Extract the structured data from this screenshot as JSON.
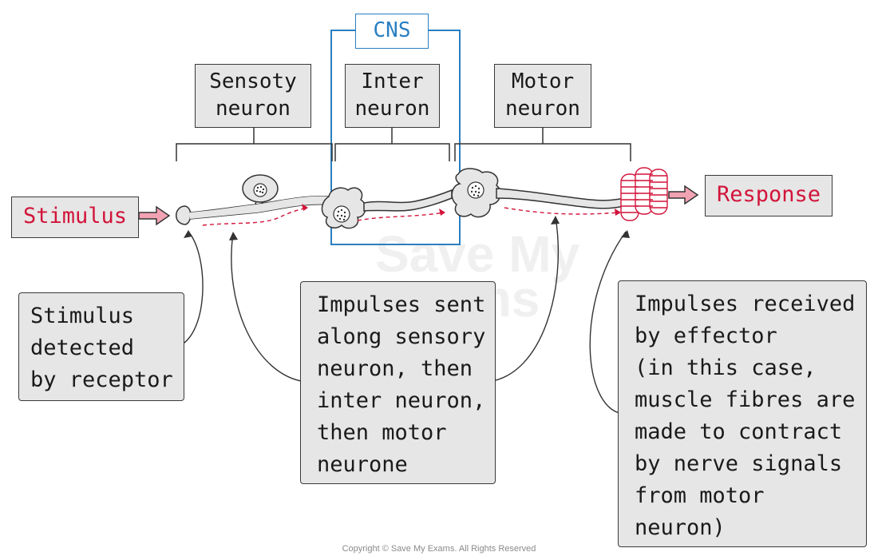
{
  "cns": {
    "label": "CNS"
  },
  "labels": {
    "sensory": [
      "Sensoty",
      "neuron"
    ],
    "inter": [
      "Inter",
      "neuron"
    ],
    "motor": [
      "Motor",
      "neuron"
    ]
  },
  "stimulus": "Stimulus",
  "response": "Response",
  "callouts": {
    "receptor": [
      "Stimulus",
      "detected",
      "by receptor"
    ],
    "impulses": [
      "Impulses sent",
      "along sensory",
      "neuron, then",
      "inter neuron,",
      "then motor",
      "neurone"
    ],
    "effector": [
      "Impulses received",
      "by effector",
      "(in this case,",
      "muscle fibres are",
      "made to contract",
      "by nerve signals",
      "from motor",
      "neuron)"
    ]
  },
  "watermark": [
    "Save My",
    "Exams"
  ],
  "copyright": "Copyright © Save My Exams. All Rights Reserved",
  "colors": {
    "accent_red": "#d2143a",
    "cns_blue": "#2a7fc1",
    "box_fill": "#e6e6e6",
    "arrow_fill": "#f2a3b3"
  }
}
